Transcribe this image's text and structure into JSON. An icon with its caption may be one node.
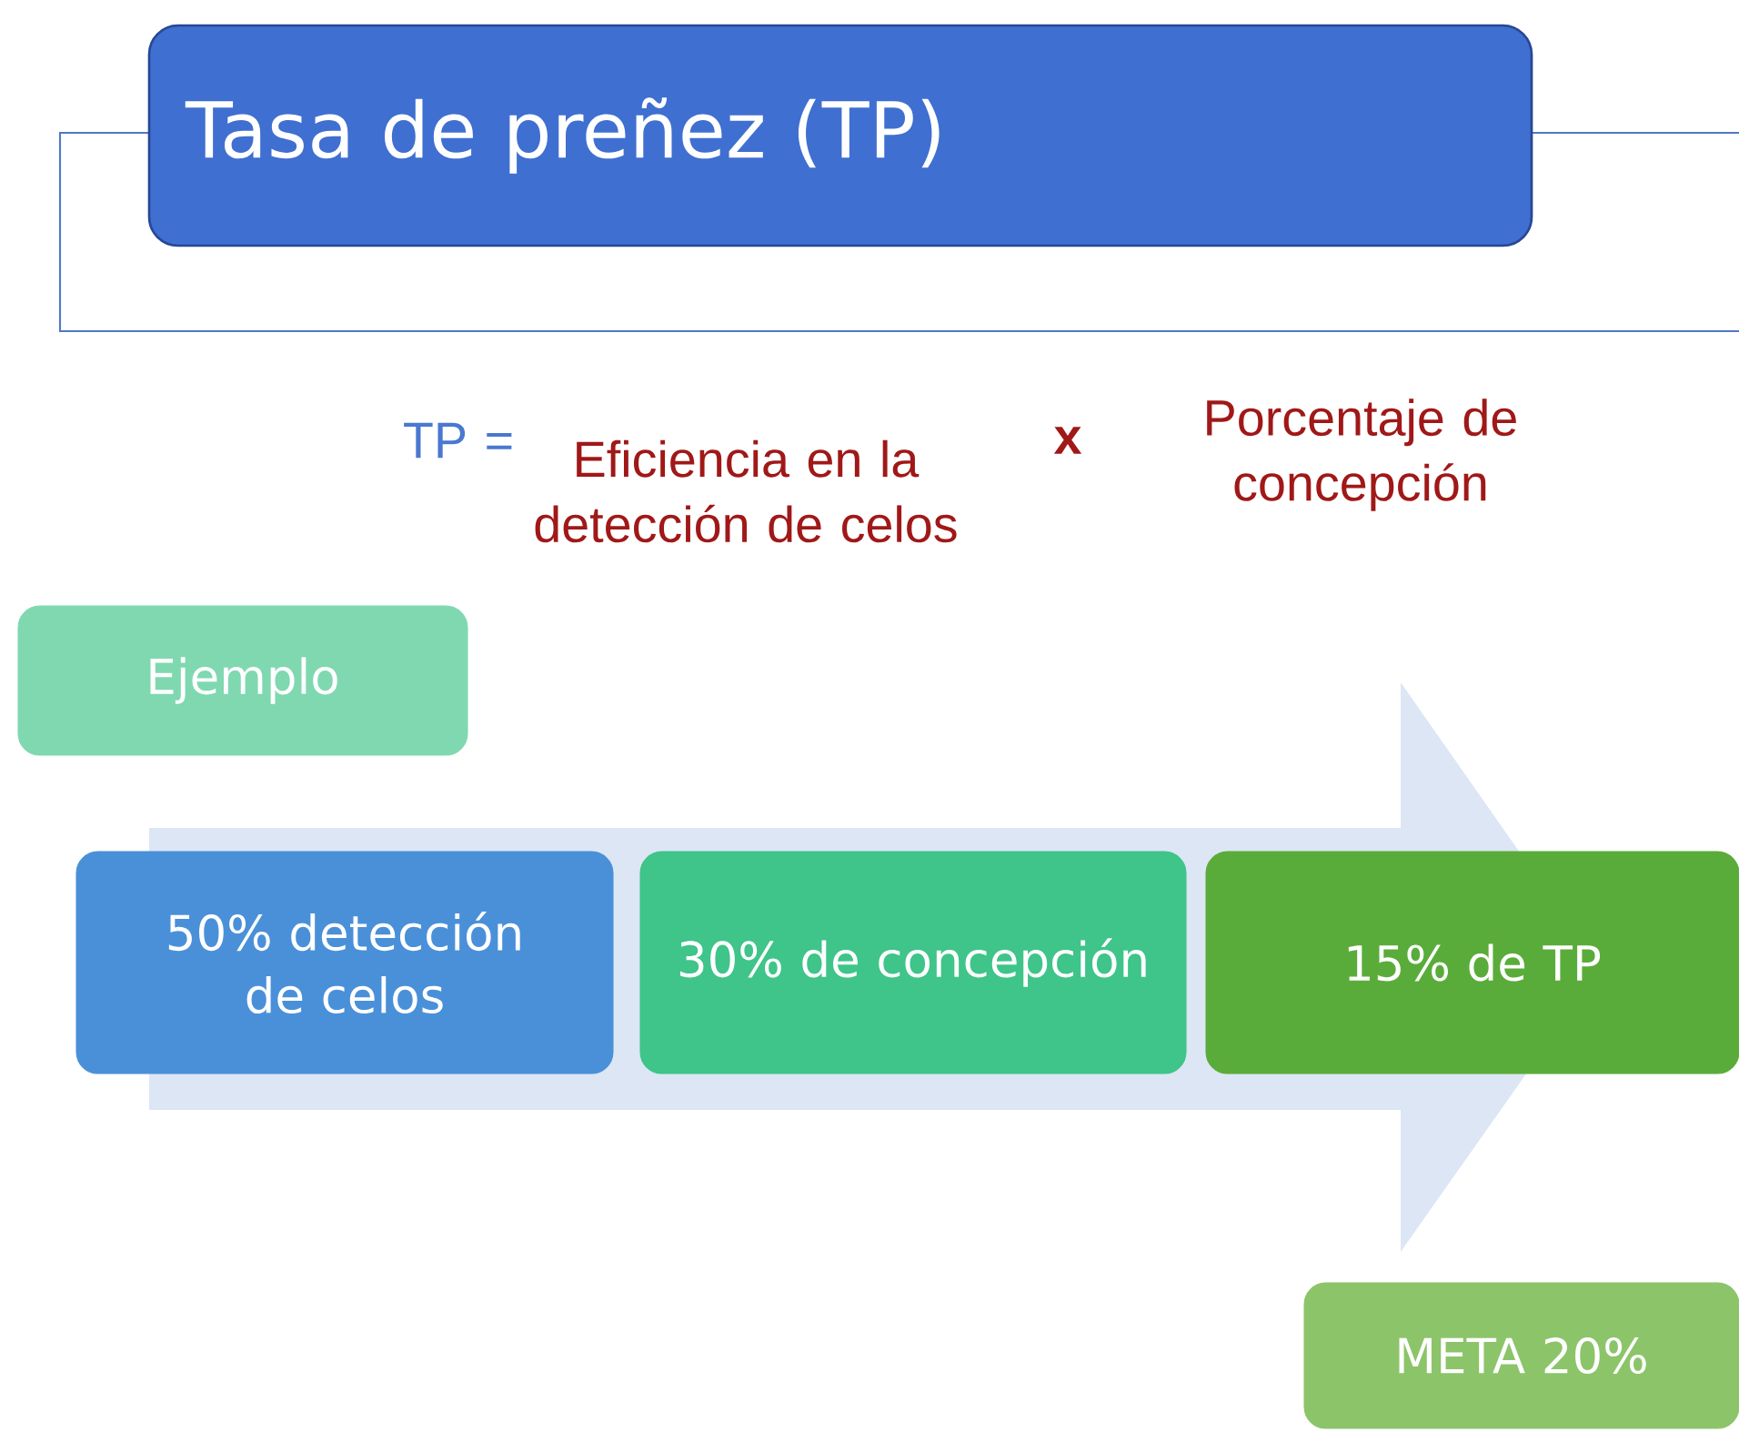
{
  "diagram": {
    "title": "Tasa de preñez (TP)",
    "nodes": [
      {
        "text": [
          "Ejemplo"
        ]
      },
      {
        "text": [
          "50% detección de celos"
        ]
      },
      {
        "text": [
          "30% de concepción"
        ]
      },
      {
        "text": [
          "15% de TP"
        ]
      },
      {
        "text": [
          "META 20%"
        ]
      }
    ],
    "labels": [
      "TP =",
      "Eficiencia en la detección de celos",
      "x",
      "Porcentaje de concepción"
    ]
  }
}
